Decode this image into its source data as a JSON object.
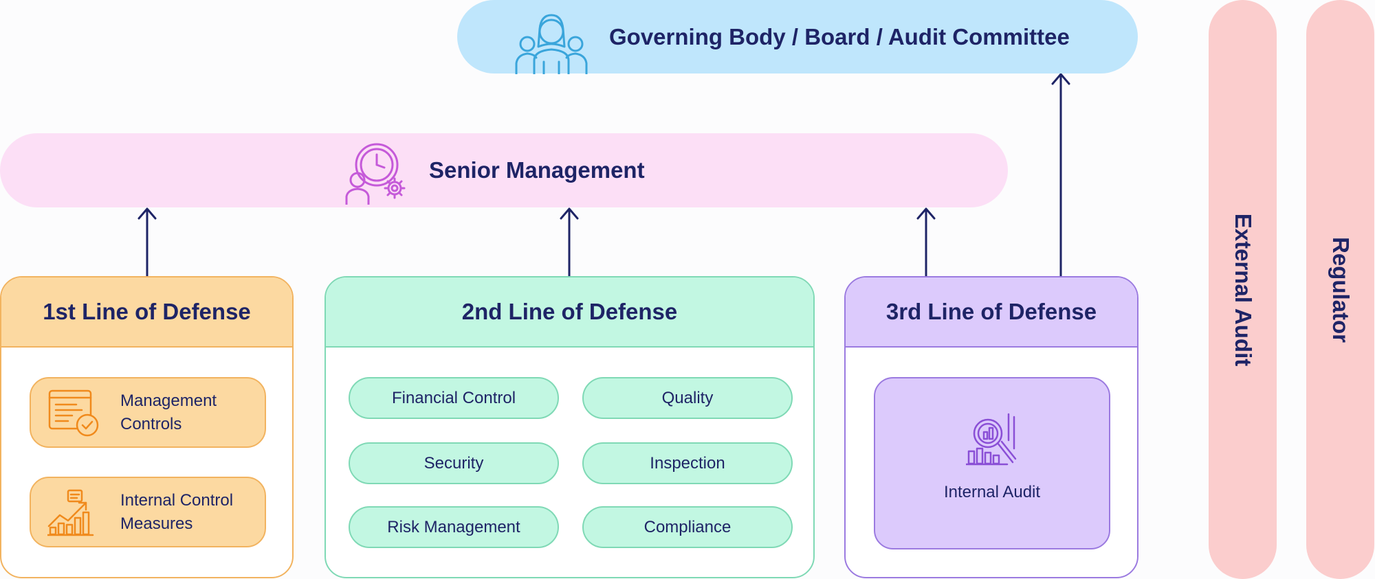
{
  "top": {
    "governing_body": "Governing Body / Board / Audit Committee",
    "senior_management": "Senior Management"
  },
  "side": {
    "external_audit": "External Audit",
    "regulator": "Regulator"
  },
  "first_line": {
    "title": "1st Line of Defense",
    "items": [
      "Management Controls",
      "Internal Control Measures"
    ]
  },
  "second_line": {
    "title": "2nd Line of Defense",
    "items": [
      "Financial Control",
      "Quality",
      "Security",
      "Inspection",
      "Risk Management",
      "Compliance"
    ]
  },
  "third_line": {
    "title": "3rd Line of Defense",
    "items": [
      "Internal Audit"
    ]
  },
  "icons": {
    "governing_body": "board-people-icon",
    "senior_management": "manager-clock-gear-icon",
    "management_controls": "document-check-icon",
    "internal_control_measures": "growth-chart-icon",
    "internal_audit": "magnifier-chart-icon"
  },
  "colors": {
    "navy_text": "#1e2466",
    "governing_fill": "#bfe6fc",
    "senior_fill": "#fcdff6",
    "first_line_fill": "#fcd9a1",
    "second_line_fill": "#c2f7e2",
    "third_line_fill": "#dccafc",
    "side_fill": "#fbcdcd"
  }
}
